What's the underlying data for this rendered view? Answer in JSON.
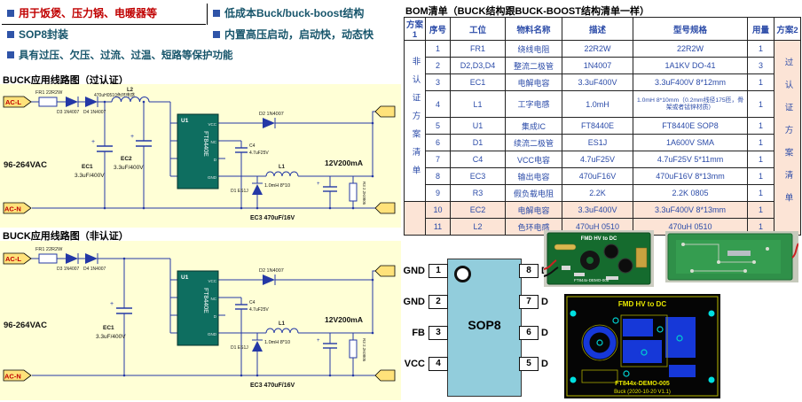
{
  "colors": {
    "schematic_bg": "#FFFFD6",
    "wire_blue": "#2438A6",
    "ic_teal": "#0E6E60",
    "table_text_blue": "#2B4BA8",
    "plan2_tan": "#FCE4D6",
    "sop8_body_blue": "#92CDDC",
    "feature_red": "#C00000",
    "feature_teal": "#17556B",
    "terminal_yellow": "#FFE27A"
  },
  "features": {
    "item1": "用于饭煲、压力锅、电暖器等",
    "item2": "低成本Buck/buck-boost结构",
    "item3": "SOP8封装",
    "item4": "内置高压启动，启动快，动态快",
    "item5": "具有过压、欠压、过流、过温、短路等保护功能"
  },
  "sections": {
    "circuit1_title": "BUCK应用线路图（过认证）",
    "circuit2_title": "BUCK应用线路图（非认证）"
  },
  "sch": {
    "ac_l": "AC-L",
    "ac_n": "AC-N",
    "fr1": "FR1 22R2W",
    "d3": "D3 1N4007",
    "d4": "D4 1N4007",
    "l2_ref": "L2",
    "l2_desc": "470uH0510色环电感",
    "vin": "96-264VAC",
    "ec1_ref": "EC1",
    "ec1_val": "3.3uF/400V",
    "ec2_ref": "EC2",
    "ec2_val": "3.3uF/400V",
    "u1_ref": "U1",
    "u1_part": "FT8440E",
    "pin_vcc": "VCC",
    "pin_nc": "NC",
    "pin_d": "D",
    "pin_gnd": "GND",
    "d2": "D2 1N4007",
    "c4_ref": "C4",
    "c4_val": "4.7uF25V",
    "l1_ref": "L1",
    "l1_val": "1.0mH 8*10",
    "vout": "12V200mA",
    "d1": "D1 ES1J",
    "r3": "R3 2.2K0805",
    "ec3": "EC3 470uF/16V"
  },
  "bom": {
    "title": "BOM清单（BUCK结构跟BUCK-BOOST结构清单一样）",
    "headers": [
      "方案1",
      "序号",
      "工位",
      "物料名称",
      "描述",
      "型号规格",
      "用量",
      "方案2"
    ],
    "plan1_label": "非认证方案清单",
    "plan2_label": "过认证方案清单",
    "rows": [
      {
        "seq": "1",
        "pos": "FR1",
        "name": "绕线电阻",
        "desc": "22R2W",
        "spec": "22R2W",
        "qty": "1"
      },
      {
        "seq": "2",
        "pos": "D2,D3,D4",
        "name": "整流二极管",
        "desc": "1N4007",
        "spec": "1A1KV DO-41",
        "qty": "3"
      },
      {
        "seq": "3",
        "pos": "EC1",
        "name": "电解电容",
        "desc": "3.3uF400V",
        "spec": "3.3uF400V 8*12mm",
        "qty": "1"
      },
      {
        "seq": "4",
        "pos": "L1",
        "name": "工字电感",
        "desc": "1.0mH",
        "spec": "1.0mH 8*10mm（0.2mm线径175匝，骨架或者锰锌材质）",
        "qty": "1"
      },
      {
        "seq": "5",
        "pos": "U1",
        "name": "集成IC",
        "desc": "FT8440E",
        "spec": "FT8440E SOP8",
        "qty": "1"
      },
      {
        "seq": "6",
        "pos": "D1",
        "name": "续流二极管",
        "desc": "ES1J",
        "spec": "1A600V SMA",
        "qty": "1"
      },
      {
        "seq": "7",
        "pos": "C4",
        "name": "VCC电容",
        "desc": "4.7uF25V",
        "spec": "4.7uF25V 5*11mm",
        "qty": "1"
      },
      {
        "seq": "8",
        "pos": "EC3",
        "name": "输出电容",
        "desc": "470uF16V",
        "spec": "470uF16V 8*13mm",
        "qty": "1"
      },
      {
        "seq": "9",
        "pos": "R3",
        "name": "假负载电阻",
        "desc": "2.2K",
        "spec": "2.2K 0805",
        "qty": "1"
      },
      {
        "seq": "10",
        "pos": "EC2",
        "name": "电解电容",
        "desc": "3.3uF400V",
        "spec": "3.3uF400V 8*13mm",
        "qty": "1"
      },
      {
        "seq": "11",
        "pos": "L2",
        "name": "色环电感",
        "desc": "470uH 0510",
        "spec": "470uH 0510",
        "qty": "1"
      }
    ]
  },
  "sop8": {
    "body": "SOP8",
    "left": [
      {
        "name": "GND",
        "num": "1"
      },
      {
        "name": "GND",
        "num": "2"
      },
      {
        "name": "FB",
        "num": "3"
      },
      {
        "name": "VCC",
        "num": "4"
      }
    ],
    "right": [
      {
        "num": "8",
        "name": "D"
      },
      {
        "num": "7",
        "name": "D"
      },
      {
        "num": "6",
        "name": "D"
      },
      {
        "num": "5",
        "name": "D"
      }
    ]
  },
  "photos": {
    "front_title": "FMD HV to DC",
    "front_model": "FT844x-DEMO-005",
    "layout_title": "FMD HV to DC",
    "layout_model": "FT844x-DEMO-005",
    "layout_rev": "Buck (2020-10-20 V1.1)"
  }
}
